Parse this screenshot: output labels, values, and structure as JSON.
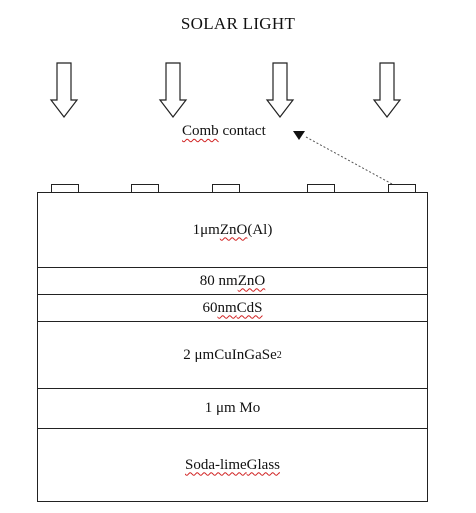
{
  "title": "SOLAR LIGHT",
  "contact_label": {
    "prefix": "",
    "squiggled_word": "Comb",
    "rest": " contact"
  },
  "layers": [
    {
      "pre": "1 ",
      "unit_squiggle": "",
      "unit_plain": "μm ",
      "material_squiggle": "ZnO",
      "material_plain": " (Al)",
      "sub": ""
    },
    {
      "pre": "80 nm ",
      "unit_squiggle": "",
      "unit_plain": "",
      "material_squiggle": "ZnO",
      "material_plain": "",
      "sub": ""
    },
    {
      "pre": "60 ",
      "unit_squiggle": "nm",
      "unit_plain": " ",
      "material_squiggle": "CdS",
      "material_plain": "",
      "sub": ""
    },
    {
      "pre": "2 μm ",
      "unit_squiggle": "",
      "unit_plain": "",
      "material_squiggle": "",
      "material_plain": "CuInGaSe",
      "sub": "2"
    },
    {
      "pre": "1 μm Mo",
      "unit_squiggle": "",
      "unit_plain": "",
      "material_squiggle": "",
      "material_plain": "",
      "sub": ""
    },
    {
      "pre": "",
      "unit_squiggle": "Soda-lime",
      "unit_plain": " ",
      "material_squiggle": "Glass",
      "material_plain": "",
      "sub": ""
    }
  ]
}
